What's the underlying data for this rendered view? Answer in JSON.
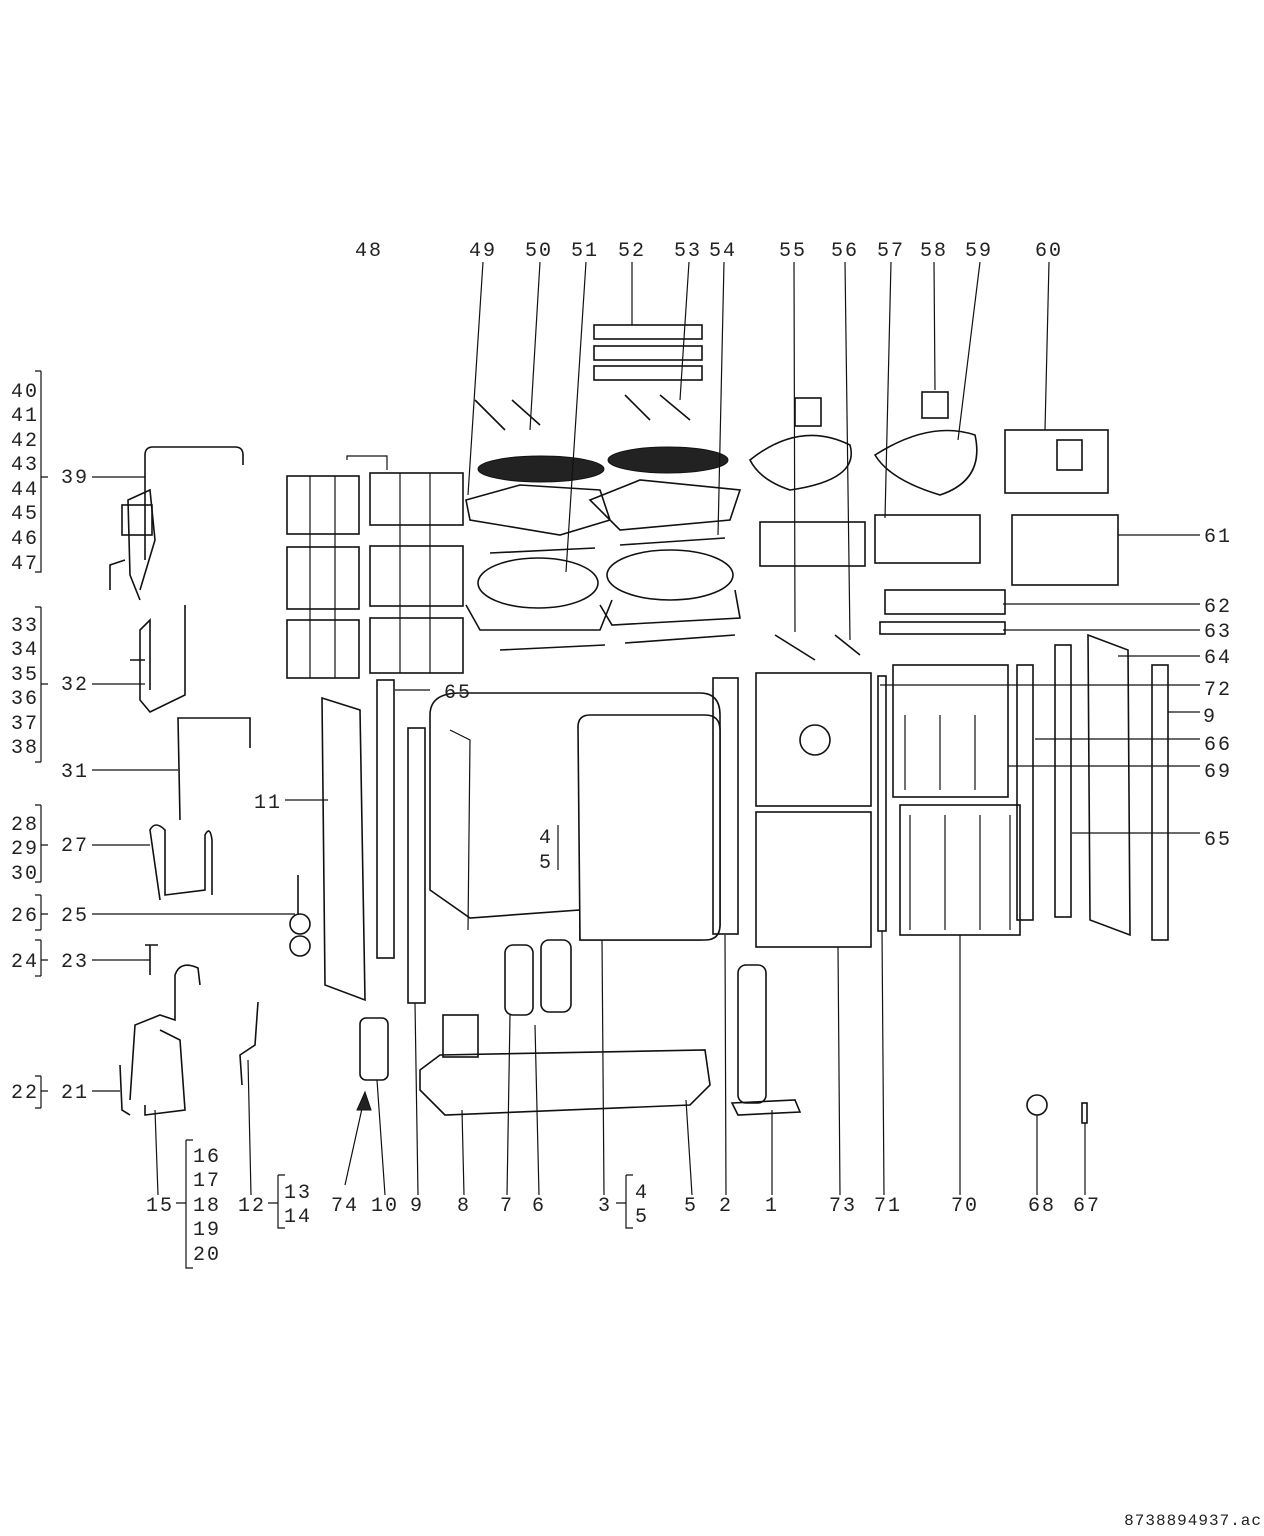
{
  "diagram": {
    "type": "exploded-parts-view",
    "part_numbers": [
      "48",
      "49",
      "50",
      "51",
      "52",
      "53",
      "54",
      "55",
      "56",
      "57",
      "58",
      "59",
      "60",
      "61",
      "62",
      "63",
      "64",
      "72",
      "9",
      "66",
      "69",
      "65",
      "65",
      "40",
      "41",
      "42",
      "43",
      "44",
      "45",
      "46",
      "47",
      "39",
      "33",
      "34",
      "35",
      "36",
      "37",
      "38",
      "32",
      "31",
      "28",
      "29",
      "30",
      "27",
      "26",
      "25",
      "24",
      "23",
      "22",
      "21",
      "11",
      "4",
      "5",
      "74",
      "10",
      "9",
      "8",
      "7",
      "6",
      "3",
      "4",
      "5",
      "5",
      "2",
      "1",
      "73",
      "71",
      "70",
      "68",
      "67",
      "15",
      "16",
      "17",
      "18",
      "19",
      "20",
      "12",
      "13",
      "14"
    ],
    "drawing_id": "8738894937.ac",
    "colors": {
      "line": "#111111",
      "background": "#ffffff"
    }
  }
}
